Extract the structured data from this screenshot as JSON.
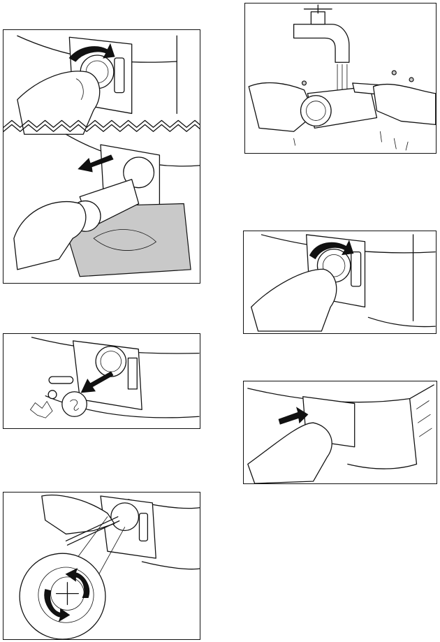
{
  "panels": [
    {
      "id": "open-filter",
      "icon": "counter-clockwise-arrow-icon"
    },
    {
      "id": "remove-filter",
      "icon": "pull-out-arrow-icon"
    },
    {
      "id": "remove-foreign-objects",
      "icon": "pull-out-arrow-icon"
    },
    {
      "id": "check-pump-impeller",
      "icon": "rotate-arrows-icon"
    },
    {
      "id": "rinse-filter",
      "icon": "tap-icon"
    },
    {
      "id": "refit-filter",
      "icon": "clockwise-arrow-icon"
    },
    {
      "id": "close-flap",
      "icon": "push-arrow-icon"
    }
  ]
}
